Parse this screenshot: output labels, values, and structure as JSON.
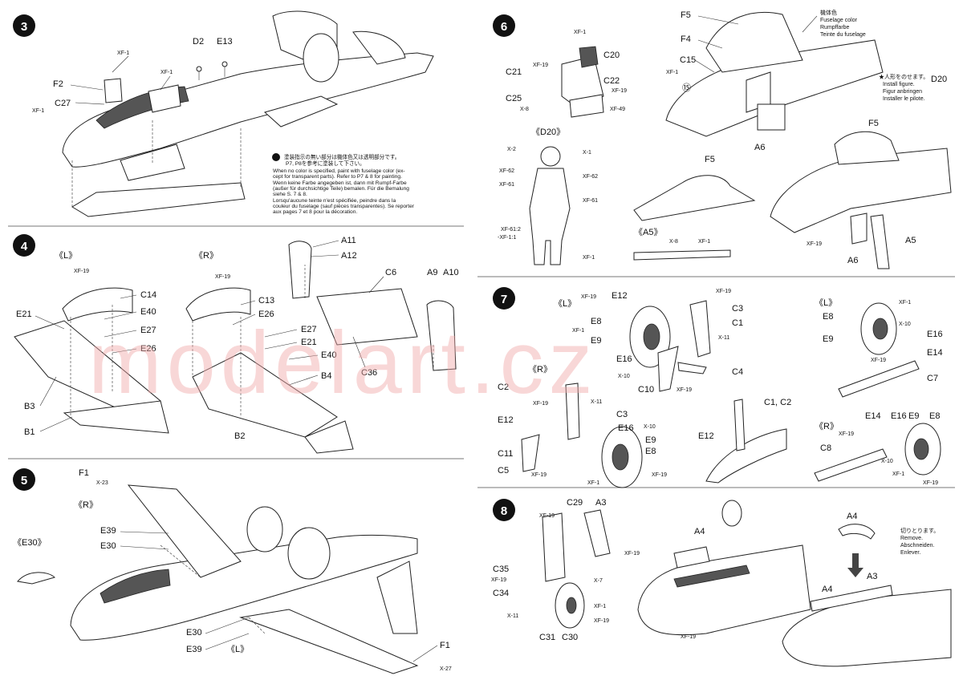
{
  "steps": {
    "s3": {
      "number": "3",
      "labels": {
        "xf1a": "XF-1",
        "f2": "F2",
        "c27": "C27",
        "xf1b": "XF-1",
        "xf1c": "XF-1",
        "d2": "D2",
        "e13": "E13"
      },
      "note": {
        "jp1": "塗装指示の無い部分は機体色又は透明部分です。",
        "jp2": "P7, P8を参考に塗装して下さい。",
        "en1": "When no color is specified, paint with fuselage color (ex-",
        "en2": "cept for transparent parts). Refer to P7 & 8 for painting.",
        "de1": "Wenn keine Farbe angegeben ist, dann mit Rumpf-Farbe",
        "de2": "(außer für durchsichtige Teile) bemalen. Für die Bemalung",
        "de3": "siehe S. 7 & 8.",
        "fr1": "Lorsqu'aucune teinte n'est spécifiée, peindre dans la",
        "fr2": "couleur du fuselage (sauf pièces transparentes). Se reporter",
        "fr3": "aux pages 7 et 8 pour la décoration."
      }
    },
    "s4": {
      "number": "4",
      "left": {
        "side": "《L》",
        "xf19": "XF-19",
        "c14": "C14",
        "e40": "E40",
        "e27": "E27",
        "e26": "E26",
        "e21": "E21",
        "b3": "B3",
        "b1": "B1"
      },
      "right": {
        "side": "《R》",
        "xf19": "XF-19",
        "c13": "C13",
        "e26": "E26",
        "e27": "E27",
        "e21": "E21",
        "e40": "E40",
        "b4": "B4",
        "b2": "B2"
      },
      "tail": {
        "a11": "A11",
        "a12": "A12",
        "c6": "C6",
        "c36": "C36",
        "a9": "A9",
        "a10": "A10"
      }
    },
    "s5": {
      "number": "5",
      "labels": {
        "f1a": "F1",
        "x23": "X-23",
        "r": "《R》",
        "e30box": "《E30》",
        "e39a": "E39",
        "e30a": "E30",
        "e30b": "E30",
        "e39b": "E39",
        "l": "《L》",
        "f1b": "F1",
        "x27": "X-27"
      }
    },
    "s6": {
      "number": "6",
      "labels": {
        "xf1a": "XF-1",
        "c20": "C20",
        "xf19": "XF-19",
        "c21": "C21",
        "c22": "C22",
        "xf19b": "XF-19",
        "c25": "C25",
        "x8": "X-8",
        "xf49": "XF-49",
        "d20box": "《D20》",
        "x2": "X-2",
        "x1": "X-1",
        "xf62a": "XF-62",
        "xf62b": "XF-62",
        "xf61a": "XF-61",
        "xf61b": "XF-61",
        "xf61mix1": "XF-61:2",
        "xf61mix2": "-XF-1:1",
        "xf1b": "XF-1",
        "f5a": "F5",
        "f4": "F4",
        "c15": "C15",
        "xf1c": "XF-1",
        "step15": "⑮",
        "a6a": "A6",
        "d20": "D20",
        "fus1": "機体色",
        "fus2": "Fuselage color",
        "fus3": "Rumpffarbe",
        "fus4": "Teinte du fuselage",
        "pilot1": "★人形をのせます。",
        "pilot2": "Install figure.",
        "pilot3": "Figur anbringen",
        "pilot4": "Installer le pilote.",
        "f5b": "F5",
        "a5box": "《A5》",
        "x8b": "X-8",
        "xf1d": "XF-1",
        "f5c": "F5",
        "xf19c": "XF-19",
        "a6b": "A6",
        "a5": "A5"
      }
    },
    "s7": {
      "number": "7",
      "labels": {
        "l1": "《L》",
        "xf19a": "XF-19",
        "e12a": "E12",
        "xf19b": "XF-19",
        "c3a": "C3",
        "c1a": "C1",
        "e8a": "E8",
        "xf1a": "XF-1",
        "e9a": "E9",
        "x11a": "X-11",
        "e16a": "E16",
        "x10a": "X-10",
        "c10": "C10",
        "c4": "C4",
        "xf19c": "XF-19",
        "r1": "《R》",
        "c2": "C2",
        "xf19d": "XF-19",
        "x11b": "X-11",
        "e12b": "E12",
        "c3b": "C3",
        "e16b": "E16",
        "x10b": "X-10",
        "e9b": "E9",
        "e8b": "E8",
        "c11": "C11",
        "c5": "C5",
        "xf19e": "XF-19",
        "xf1b": "XF-1",
        "xf19f": "XF-19",
        "c1c2": "C1, C2",
        "e12c": "E12",
        "l2": "《L》",
        "xf1c": "XF-1",
        "e8c": "E8",
        "x10c": "X-10",
        "e16c": "E16",
        "e9c": "E9",
        "e14a": "E14",
        "xf19g": "XF-19",
        "c7": "C7",
        "r2": "《R》",
        "e14b": "E14",
        "e16d": "E16",
        "e9d": "E9",
        "e8d": "E8",
        "xf19h": "XF-19",
        "c8": "C8",
        "x10d": "X-10",
        "xf1d": "XF-1",
        "xf19i": "XF-19"
      }
    },
    "s8": {
      "number": "8",
      "labels": {
        "xf19a": "XF-19",
        "c29": "C29",
        "a3a": "A3",
        "xf19b": "XF-19",
        "c35": "C35",
        "xf19c": "XF-19",
        "c34": "C34",
        "x7": "X-7",
        "x11": "X-11",
        "xf1": "XF-1",
        "xf19d": "XF-19",
        "c31": "C31",
        "c30": "C30",
        "a4a": "A4",
        "xf19e": "XF-19",
        "a4b": "A4",
        "cut1": "切りとります。",
        "cut2": "Remove.",
        "cut3": "Abschneiden.",
        "cut4": "Enlever.",
        "a4c": "A4",
        "a3b": "A3"
      }
    }
  },
  "watermark": "modelart.cz"
}
